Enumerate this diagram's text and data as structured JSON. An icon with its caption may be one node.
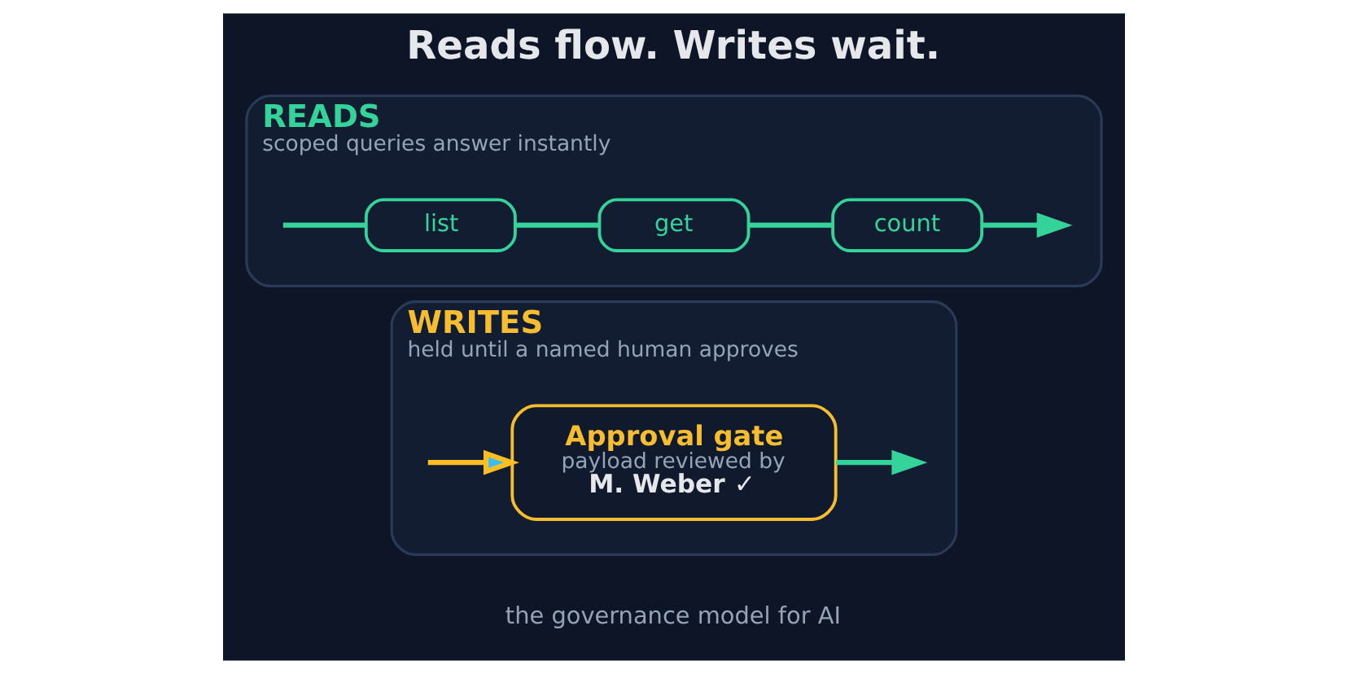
{
  "diagram": {
    "title": "Reads flow. Writes wait.",
    "caption": "the governance model for AI",
    "nodes": [
      {
        "text": [
          "READS",
          "scoped queries answer instantly"
        ]
      },
      {
        "text": [
          "list"
        ],
        "in": 0
      },
      {
        "text": [
          "get"
        ],
        "in": 0
      },
      {
        "text": [
          "count"
        ],
        "in": 0
      },
      {
        "text": [
          "WRITES",
          "held until a named human approves"
        ]
      },
      {
        "text": [
          "Approval gate",
          "payload reviewed by",
          "M. Weber ✓"
        ],
        "in": 4
      }
    ],
    "edges": [
      {
        "from": null,
        "to": 1,
        "arrow": "none"
      },
      {
        "from": 1,
        "to": 2,
        "arrow": "none"
      },
      {
        "from": 2,
        "to": 3,
        "arrow": "none"
      },
      {
        "from": 3,
        "to": null,
        "arrow": "to"
      },
      {
        "from": null,
        "to": 5,
        "arrow": "to",
        "color": "#fbbf24"
      },
      {
        "from": 5,
        "to": null,
        "arrow": "to"
      }
    ]
  }
}
